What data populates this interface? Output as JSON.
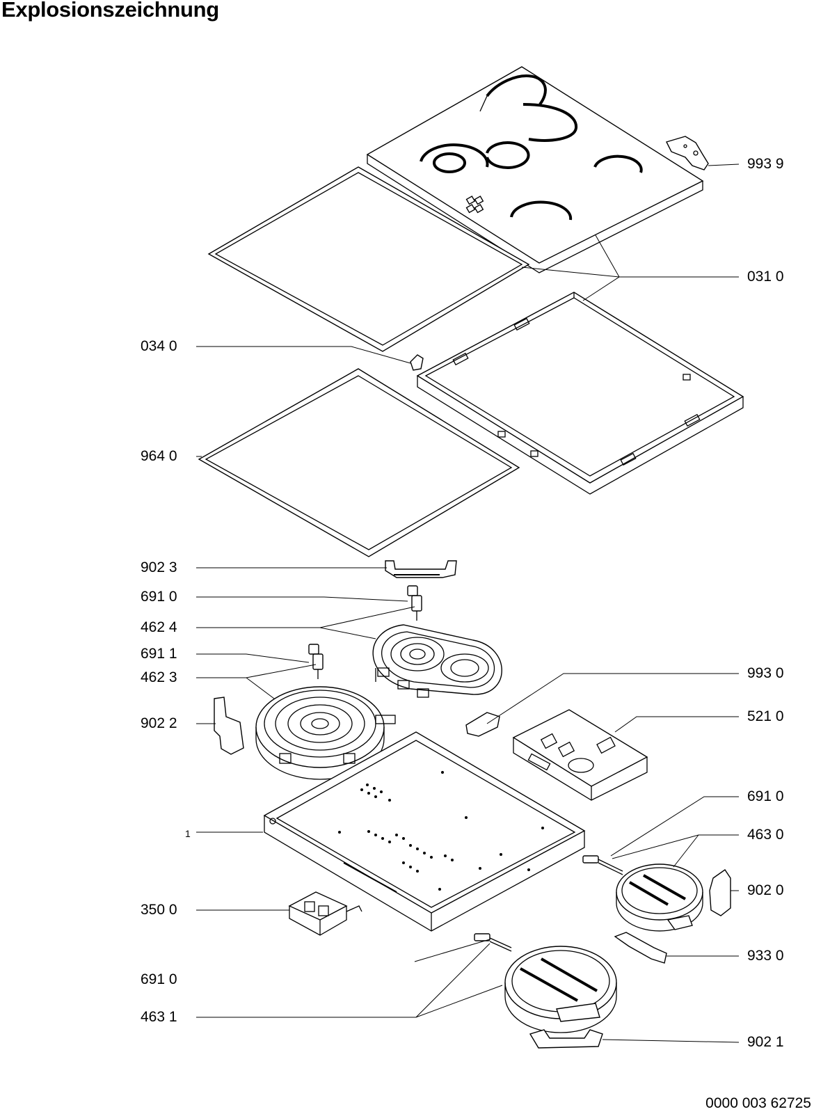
{
  "title": "Explosionszeichnung",
  "document_number": "0000 003 62725",
  "labels": {
    "l9939": "993 9",
    "l0310": "031 0",
    "l0340": "034 0",
    "l9640": "964 0",
    "l9023": "902 3",
    "l6910a": "691 0",
    "l4624": "462 4",
    "l6911": "691 1",
    "l9930": "993 0",
    "l4623": "462 3",
    "l5210": "521 0",
    "l9022": "902 2",
    "l6910b": "691 0",
    "l1": "1",
    "l4630": "463 0",
    "l9020": "902 0",
    "l3500": "350 0",
    "l9330": "933 0",
    "l6910c": "691 0",
    "l4631": "463 1",
    "l9021": "902 1"
  }
}
